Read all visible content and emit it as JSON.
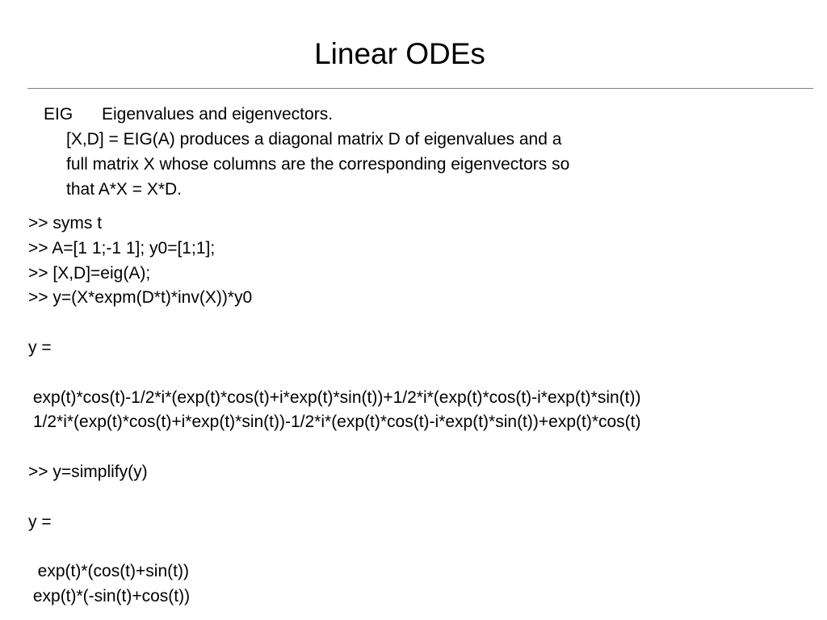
{
  "slide": {
    "title": "Linear ODEs"
  },
  "help": {
    "command": "EIG",
    "summary": "Eigenvalues and eigenvectors.",
    "body": [
      "[X,D] = EIG(A) produces a diagonal matrix D of eigenvalues and a",
      "full matrix X whose columns are the corresponding eigenvectors so",
      "that A*X = X*D."
    ]
  },
  "console": {
    "lines": [
      ">> syms t",
      ">> A=[1 1;-1 1]; y0=[1;1];",
      ">> [X,D]=eig(A);",
      ">> y=(X*expm(D*t)*inv(X))*y0",
      "",
      "y =",
      "",
      " exp(t)*cos(t)-1/2*i*(exp(t)*cos(t)+i*exp(t)*sin(t))+1/2*i*(exp(t)*cos(t)-i*exp(t)*sin(t))",
      " 1/2*i*(exp(t)*cos(t)+i*exp(t)*sin(t))-1/2*i*(exp(t)*cos(t)-i*exp(t)*sin(t))+exp(t)*cos(t)",
      "",
      ">> y=simplify(y)",
      "",
      "y =",
      "",
      "  exp(t)*(cos(t)+sin(t))",
      " exp(t)*(-sin(t)+cos(t))"
    ]
  }
}
